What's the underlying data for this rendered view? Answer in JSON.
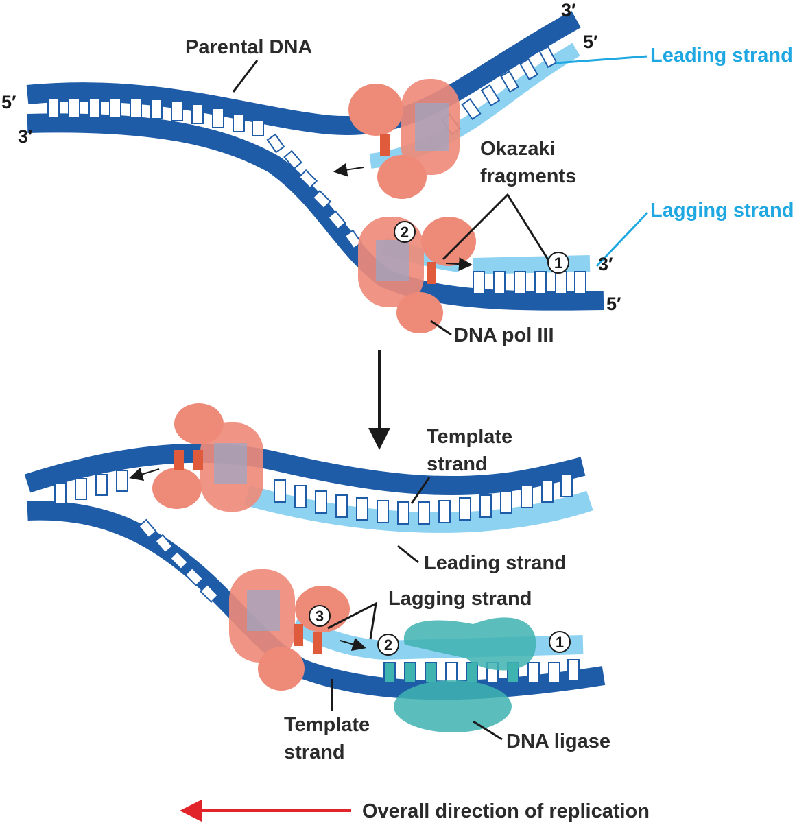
{
  "labels": {
    "parental_dna": "Parental DNA",
    "leading_strand_top": "Leading strand",
    "okazaki_line1": "Okazaki",
    "okazaki_line2": "fragments",
    "lagging_strand_top": "Lagging strand",
    "dna_pol_iii": "DNA pol III",
    "template_strand_top_line1": "Template",
    "template_strand_top_line2": "strand",
    "leading_strand_bottom": "Leading strand",
    "lagging_strand_bottom": "Lagging strand",
    "template_strand_bottom_line1": "Template",
    "template_strand_bottom_line2": "strand",
    "dna_ligase": "DNA ligase",
    "overall_direction": "Overall direction of replication"
  },
  "ends": {
    "top_left_5": "5′",
    "top_left_3": "3′",
    "top_right_3": "3′",
    "top_right_5": "5′",
    "lagging_right_3": "3′",
    "lagging_right_5": "5′"
  },
  "markers": {
    "top_1": "1",
    "top_2": "2",
    "bottom_1": "1",
    "bottom_2": "2",
    "bottom_3": "3"
  },
  "colors": {
    "dark_strand": "#1f5ca8",
    "light_strand": "#8ed2f2",
    "polymerase": "#ee8a78",
    "ligase": "#3fb3b0",
    "direction_arrow": "#e0242a",
    "label_blue": "#1ea7e1"
  }
}
